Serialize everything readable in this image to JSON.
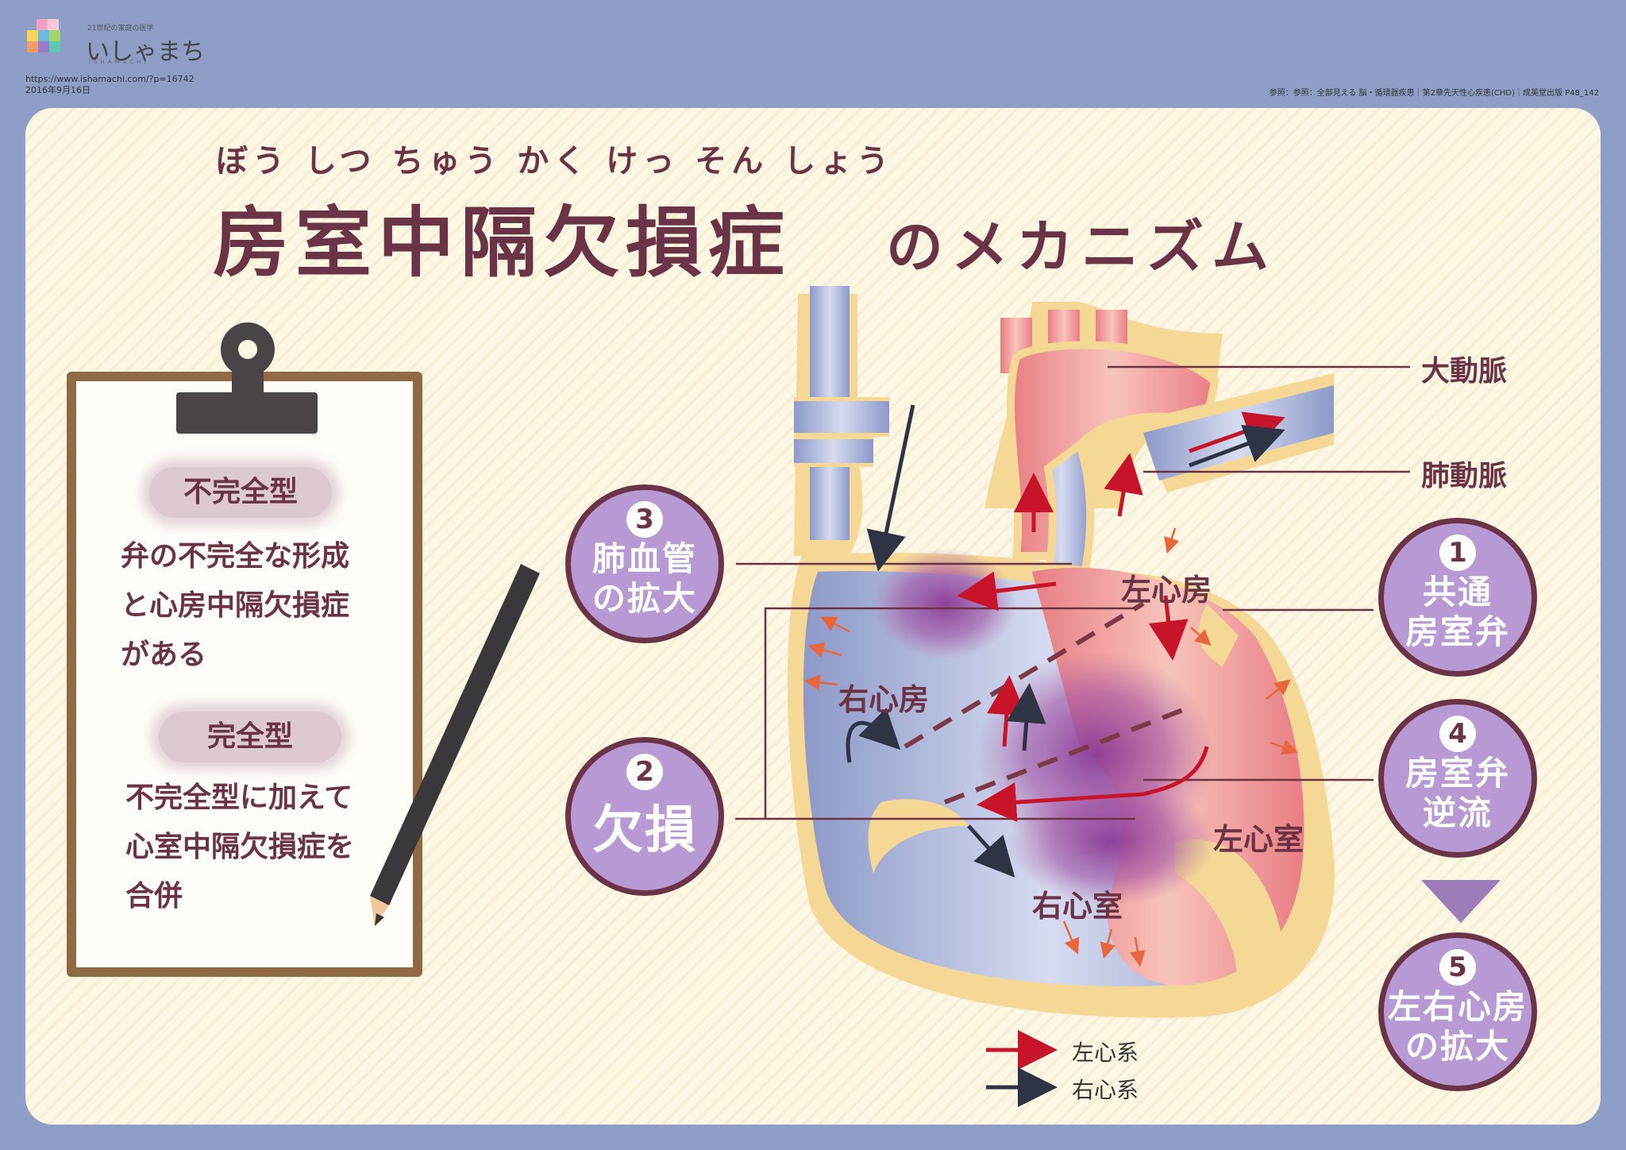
{
  "logo": {
    "tagline": "21世紀の家庭の医学",
    "name": "いしゃまち",
    "sub": "ISHAMACHI"
  },
  "meta": {
    "url": "https://www.ishamachi.com/?p=16742",
    "date": "2016年9月16日"
  },
  "reference": "参照：参照：全部見える 脳・循環器疾患｜第2章先天性心疾患(CHD)｜成美堂出版 P48_142",
  "title": {
    "ruby": "ぼう しつ ちゅう かく けっ そん しょう",
    "main": "房室中隔欠損症",
    "suffix": "のメカニズム"
  },
  "clipboard": {
    "type1_label": "不完全型",
    "type1_desc": [
      "弁の不完全な形成",
      "と心房中隔欠損症",
      "がある"
    ],
    "type2_label": "完全型",
    "type2_desc": [
      "不完全型に加えて",
      "心室中隔欠損症を",
      "合併"
    ]
  },
  "callouts": [
    {
      "num": "1",
      "lines": [
        "共通",
        "房室弁"
      ]
    },
    {
      "num": "2",
      "lines": [
        "欠損"
      ]
    },
    {
      "num": "3",
      "lines": [
        "肺血管",
        "の拡大"
      ]
    },
    {
      "num": "4",
      "lines": [
        "房室弁",
        "逆流"
      ]
    },
    {
      "num": "5",
      "lines": [
        "左右心房",
        "の拡大"
      ]
    }
  ],
  "labels": {
    "aorta": "大動脈",
    "pulmonary_artery": "肺動脈"
  },
  "chambers": {
    "la": "左心房",
    "ra": "右心房",
    "lv": "左心室",
    "rv": "右心室"
  },
  "legend": [
    {
      "label": "左心系",
      "color": "#c8142b"
    },
    {
      "label": "右心系",
      "color": "#2f3444"
    }
  ],
  "colors": {
    "background": "#8e9ec6",
    "panel": "#fdf7e4",
    "accent": "#6b3446",
    "circle": "#b79ad4"
  }
}
